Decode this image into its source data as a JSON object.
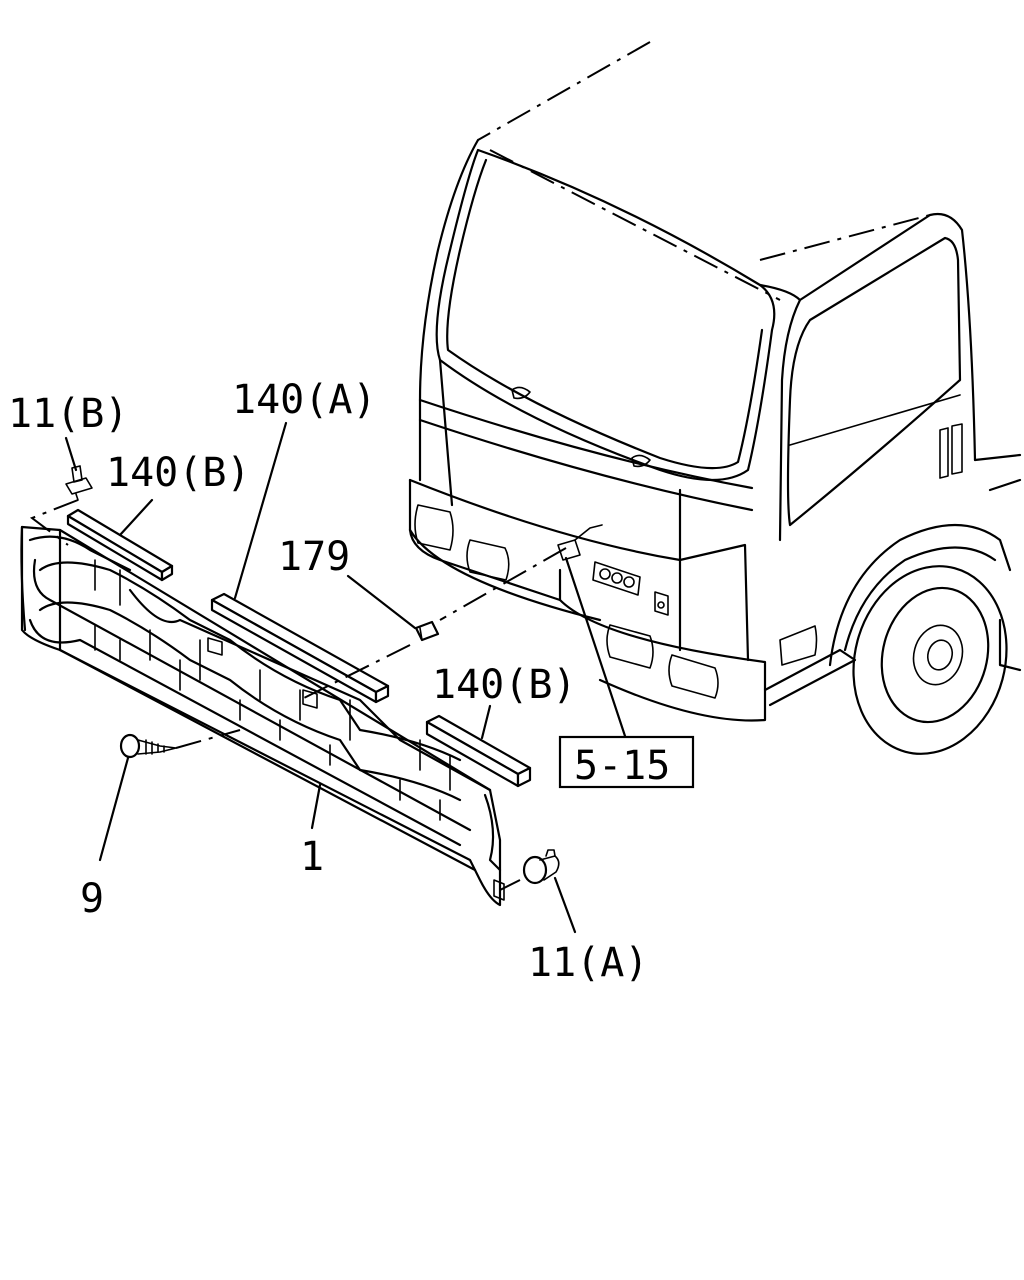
{
  "labels": {
    "clip_b": "11(B)",
    "moulding_b_top": "140(B)",
    "moulding_a": "140(A)",
    "nut": "179",
    "moulding_b_right": "140(B)",
    "ref_box": "5-15",
    "grille": "1",
    "screw": "9",
    "clip_a": "11(A)"
  }
}
